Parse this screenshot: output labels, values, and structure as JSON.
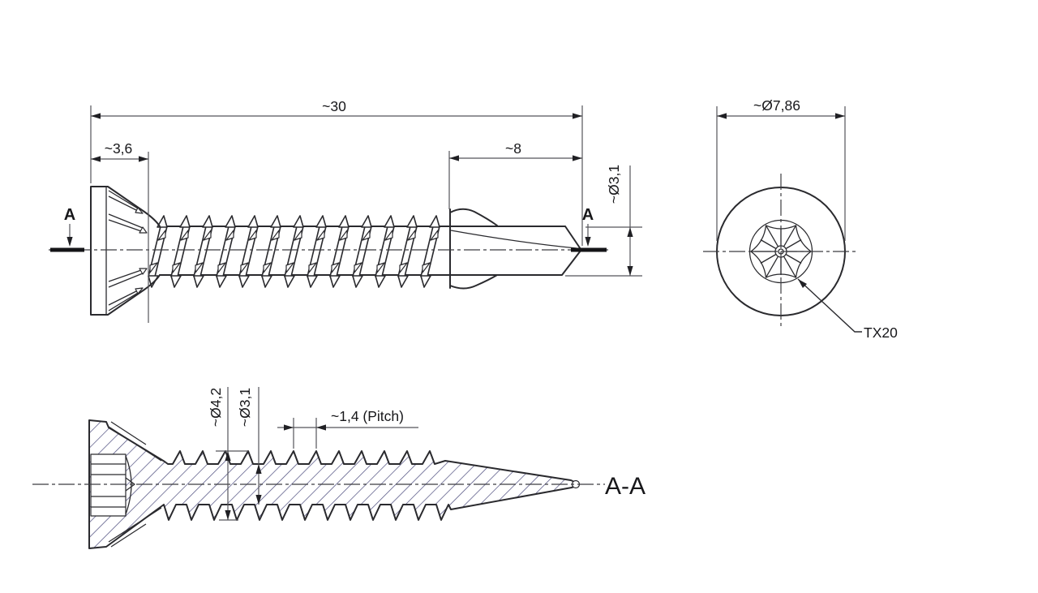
{
  "drawing": {
    "side_view": {
      "overall_length": "~30",
      "head_length": "~3,6",
      "drill_point_length": "~8",
      "shank_diameter": "~Ø3,1",
      "section_marker": "A"
    },
    "head_view": {
      "head_diameter": "~Ø7,86",
      "drive_label": "TX20"
    },
    "section_view": {
      "title": "A-A",
      "thread_outer_diameter": "~Ø4,2",
      "core_diameter": "~Ø3,1",
      "pitch": "~1,4 (Pitch)"
    },
    "colors": {
      "outline": "#2a2a2e",
      "thin_line": "#55555a",
      "hatch": "#4a4a7c",
      "text": "#17171a",
      "background": "#ffffff"
    }
  }
}
